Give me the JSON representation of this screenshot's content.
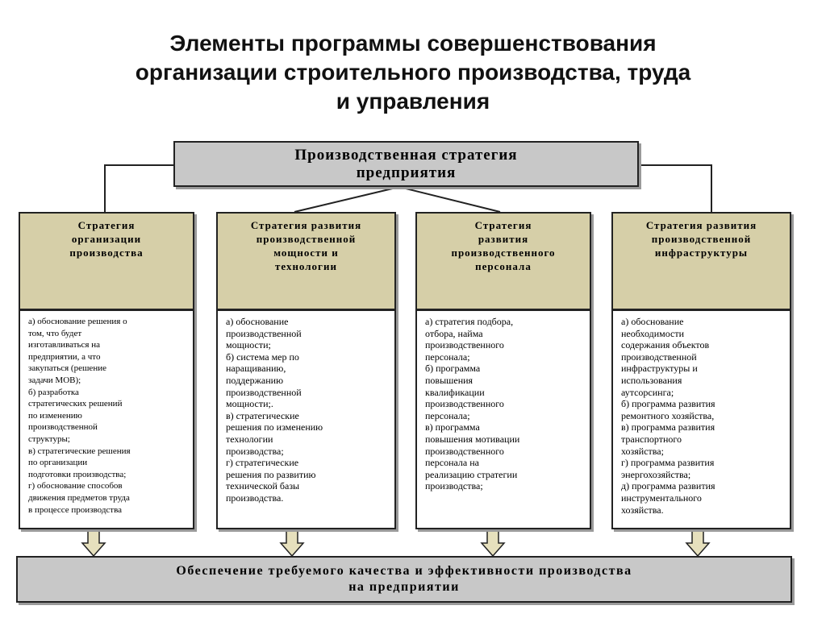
{
  "title": {
    "line1": "Элементы программы совершенствования",
    "line2": "организации строительного производства, труда",
    "line3": "и управления"
  },
  "top_box": {
    "line1": "Производственная стратегия",
    "line2": "предприятия"
  },
  "columns": [
    {
      "heading": [
        "Стратегия",
        "организации",
        "производства"
      ],
      "items": [
        "а) обоснование решения о",
        "том, что будет",
        "изготавливаться на",
        "предприятии, а что",
        "закупаться (решение",
        "задачи МОВ);",
        "б) разработка",
        "стратегических решений",
        "по изменению",
        "производственной",
        "структуры;",
        "в) стратегические решения",
        "по организации",
        "подготовки производства;",
        "г) обоснование способов",
        "движения предметов труда",
        "в процессе производства"
      ]
    },
    {
      "heading": [
        "Стратегия развития",
        "производственной",
        "мощности и",
        "технологии"
      ],
      "items": [
        "а) обоснование",
        "производственной",
        "мощности;",
        "б) система мер по",
        "наращиванию,",
        "поддержанию",
        "производственной",
        "мощности;.",
        "в) стратегические",
        "решения по изменению",
        "технологии",
        "производства;",
        "г) стратегические",
        "решения по развитию",
        "технической базы",
        "производства."
      ]
    },
    {
      "heading": [
        "Стратегия",
        "развития",
        "производственного",
        "персонала"
      ],
      "items": [
        "а) стратегия подбора,",
        "отбора, найма",
        "производственного",
        "персонала;",
        "б) программа",
        "повышения",
        "квалификации",
        "производственного",
        "персонала;",
        "в) программа",
        "повышения мотивации",
        "производственного",
        "персонала на",
        "реализацию стратегии",
        "производства;"
      ]
    },
    {
      "heading": [
        "Стратегия развития",
        "производственной",
        "инфраструктуры"
      ],
      "items": [
        "а) обоснование",
        "необходимости",
        "содержания объектов",
        "производственной",
        "инфраструктуры и",
        "использования",
        "аутсорсинга;",
        "б) программа развития",
        "ремонтного хозяйства,",
        "в) программа развития",
        "транспортного",
        "хозяйства;",
        "г) программа развития",
        "энергохозяйства;",
        "д) программа развития",
        "инструментального",
        "хозяйства."
      ]
    }
  ],
  "bottom_box": {
    "line1": "Обеспечение требуемого качества и эффективности производства",
    "line2": "на предприятии"
  },
  "colors": {
    "gray_box": "#c8c8c8",
    "column_header": "#d6cfa8",
    "arrow_fill": "#e6e0bd"
  }
}
